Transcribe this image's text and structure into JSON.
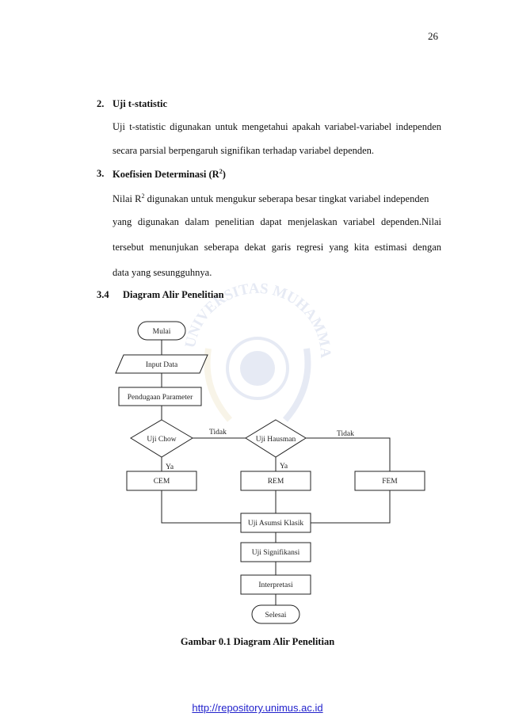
{
  "page_number": "26",
  "sections": {
    "s2": {
      "number": "2.",
      "title": "Uji t-statistic",
      "lines": [
        "Uji t-statistic digunakan untuk mengetahui apakah variabel-variabel independen",
        "secara parsial berpengaruh signifikan terhadap variabel dependen."
      ]
    },
    "s3": {
      "number": "3.",
      "title_prefix": "Koefisien  Determinasi (R",
      "title_sup": "2",
      "title_suffix": ")",
      "line1_prefix": "Nilai R",
      "line1_sup": "2",
      "line1_suffix": " digunakan untuk mengukur seberapa besar tingkat variabel independen",
      "lines": [
        "yang digunakan dalam penelitian dapat menjelaskan variabel dependen.Nilai",
        "tersebut menunjukan seberapa dekat garis regresi yang kita estimasi dengan",
        "data yang sesungguhnya."
      ]
    },
    "s34": {
      "number": "3.4",
      "title": "Diagram Alir Penelitian"
    }
  },
  "flowchart": {
    "start": "Mulai",
    "input": "Input Data",
    "estimation": "Pendugaan Parameter",
    "chow": "Uji Chow",
    "hausman": "Uji Hausman",
    "tidak_chow": "Tidak",
    "tidak_hausman": "Tidak",
    "ya_chow": "Ya",
    "ya_hausman": "Ya",
    "cem": "CEM",
    "rem": "REM",
    "fem": "FEM",
    "asumsi": "Uji Asumsi Klasik",
    "signifikansi": "Uji Signifikansi",
    "interpretasi": "Interpretasi",
    "end": "Selesai"
  },
  "watermark_text": "UNIVERSITAS MUHAMMADIYAH SEMARANG",
  "caption": "Gambar 0.1 Diagram Alir Penelitian",
  "footer_link": "http://repository.unimus.ac.id",
  "colors": {
    "text": "#111111",
    "link": "#2222cc",
    "watermark": "#3a5aa8"
  }
}
